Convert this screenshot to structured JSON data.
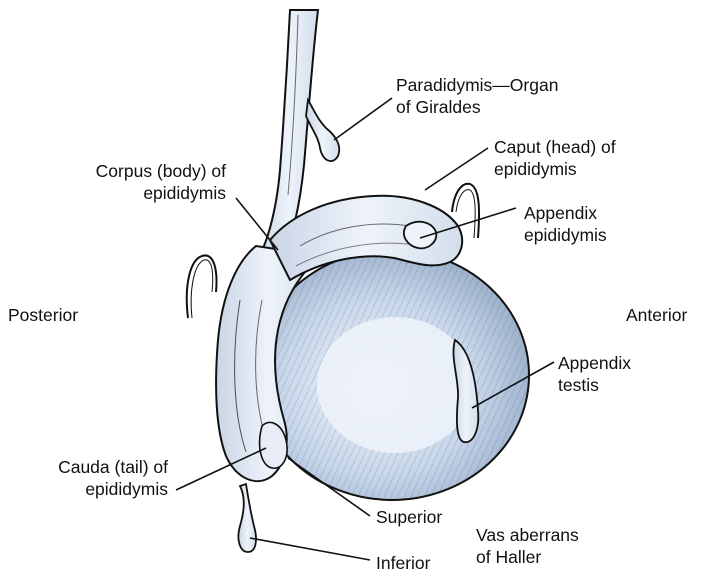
{
  "labels": {
    "paradidymis": [
      "Paradidymis—Organ",
      "of Giraldes"
    ],
    "caput": [
      "Caput (head) of",
      "epididymis"
    ],
    "corpus": [
      "Corpus (body) of",
      "epididymis"
    ],
    "appendix_epididymis": [
      "Appendix",
      "epididymis"
    ],
    "posterior": "Posterior",
    "anterior": "Anterior",
    "appendix_testis": [
      "Appendix",
      "testis"
    ],
    "cauda": [
      "Cauda (tail) of",
      "epididymis"
    ],
    "superior": "Superior",
    "vas_aberrans": [
      "Vas aberrans",
      "of Haller"
    ],
    "inferior": "Inferior"
  },
  "colors": {
    "ink": "#111111",
    "testis_light": "#e6eef9",
    "testis_mid": "#bccde4",
    "testis_dark": "#8ea4c2",
    "epididymis_fill": "#dde5f0"
  }
}
